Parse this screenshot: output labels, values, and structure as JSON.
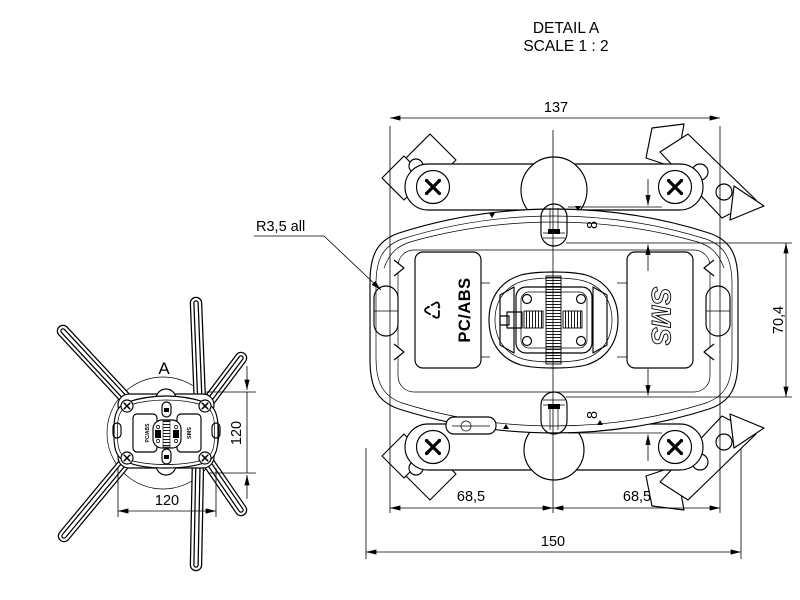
{
  "title": {
    "line1": "DETAIL A",
    "line2": "SCALE 1 : 2"
  },
  "detail_view": {
    "dim_width_top": "137",
    "dim_width_total": "150",
    "dim_hole_left": "68,5",
    "dim_hole_right": "68,5",
    "dim_height": "70,4",
    "dim_slot_top": "8",
    "dim_slot_bottom": "8",
    "radius_callout": "R3,5 all",
    "material_marking": "PC/ABS",
    "brand_marking": "SMS",
    "recycling_symbol": "♺"
  },
  "overview": {
    "detail_label": "A",
    "dim_vertical": "120",
    "dim_horizontal": "120"
  },
  "style": {
    "line_color": "#000000",
    "background": "#ffffff"
  }
}
